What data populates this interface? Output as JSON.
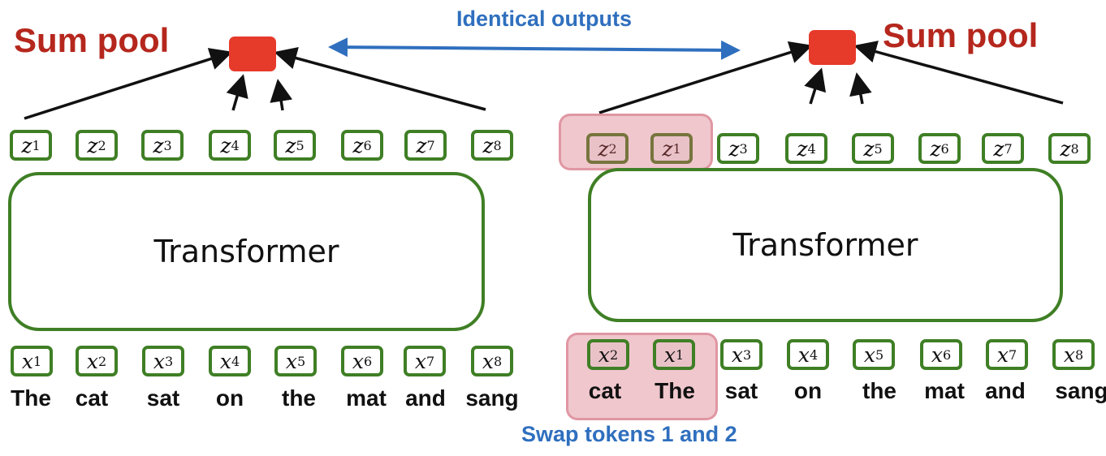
{
  "left": {
    "title": "Sum pool",
    "model_label": "Transformer",
    "z_symbol": "z",
    "x_symbol": "x",
    "z_subscripts": [
      "1",
      "2",
      "3",
      "4",
      "5",
      "6",
      "7",
      "8"
    ],
    "x_subscripts": [
      "1",
      "2",
      "3",
      "4",
      "5",
      "6",
      "7",
      "8"
    ],
    "words": [
      "The",
      "cat",
      "sat",
      "on",
      "the",
      "mat",
      "and",
      "sang"
    ]
  },
  "right": {
    "title": "Sum pool",
    "model_label": "Transformer",
    "z_symbol": "z",
    "x_symbol": "x",
    "z_subscripts": [
      "2",
      "1",
      "3",
      "4",
      "5",
      "6",
      "7",
      "8"
    ],
    "x_subscripts": [
      "2",
      "1",
      "3",
      "4",
      "5",
      "6",
      "7",
      "8"
    ],
    "words": [
      "cat",
      "The",
      "sat",
      "on",
      "the",
      "mat",
      "and",
      "sang"
    ]
  },
  "identical_label": "Identical outputs",
  "swap_label": "Swap tokens 1 and 2",
  "colors": {
    "title": "#b5271d",
    "pool": "#e63a2a",
    "token_border": "#3f7f25",
    "annotation": "#2f6fbe",
    "highlight": "#e9c2c8"
  }
}
